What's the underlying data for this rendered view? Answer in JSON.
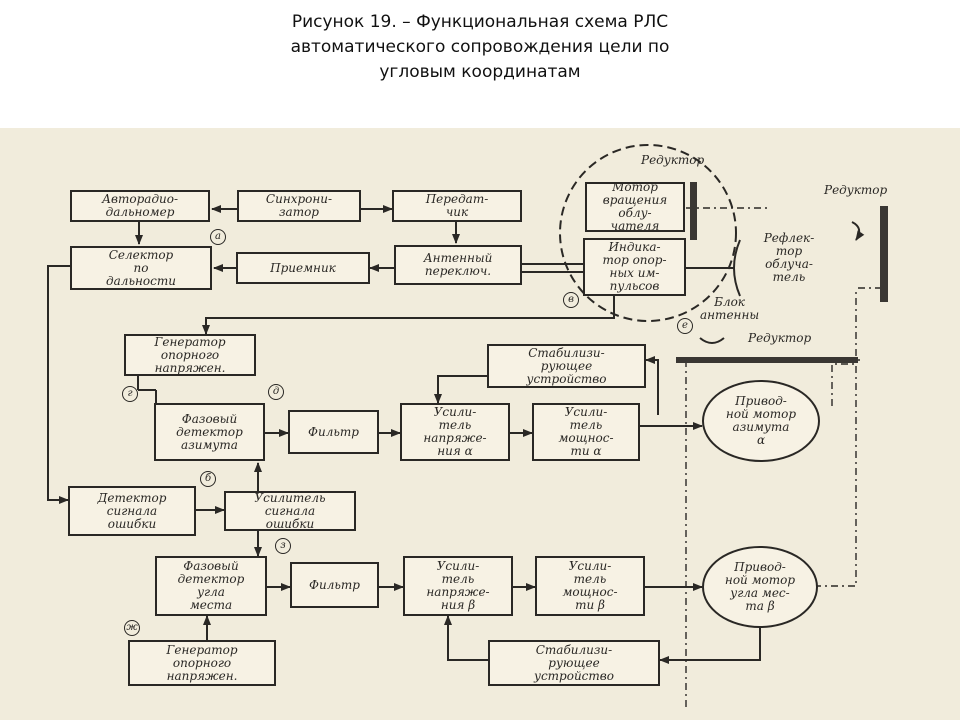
{
  "title": [
    "Рисунок 19.   – Функциональная схема РЛС",
    "автоматического сопровождения цели по",
    "угловым координатам"
  ],
  "blocks": {
    "autorange": "Авторадио-\nдальномер",
    "sync": "Синхрони-\nзатор",
    "transmitter": "Передат-\nчик",
    "motor_rotation": "Мотор\nвращения облу-\nчателя",
    "range_selector": "Селектор\nпо\nдальности",
    "receiver": "Приемник",
    "antenna_switch": "Антенный\nпереключ.",
    "ref_indicator": "Индика-\nтор опор-\nных им-\nпульсов",
    "reflector_feed": "Рефлек-\nтор\nоблуча-\nтель",
    "ref_gen_top": "Генератор\nопорного\nнапряжен.",
    "stab_top": "Стабилизи-\nрующее\nустройство",
    "phase_az": "Фазовый\nдетектор\nазимута",
    "filter_top": "Фильтр",
    "volt_amp_a": "Усили-\nтель\nнапряже-\nния α",
    "power_amp_a": "Усили-\nтель\nмощнос-\nти α",
    "drive_az": "Привод-\nной мотор\nазимута\nα",
    "error_det": "Детектор\nсигнала\nошибки",
    "error_amp": "Усилитель\nсигнала\nошибки",
    "phase_el": "Фазовый\nдетектор\nугла\nместа",
    "filter_bot": "Фильтр",
    "volt_amp_b": "Усили-\nтель\nнапряже-\nния β",
    "power_amp_b": "Усили-\nтель\nмощнос-\nти β",
    "drive_el": "Привод-\nной мотор\nугла мес-\nта β",
    "stab_bot": "Стабилизи-\nрующее\nустройство",
    "ref_gen_bot": "Генератор\nопорного\nнапряжен."
  },
  "labels": {
    "reducer_1": "Редуктор",
    "reducer_2": "Редуктор",
    "reducer_3": "Редуктор",
    "antenna_unit": "Блок\nантенны"
  },
  "markers": {
    "a": "а",
    "v": "в",
    "e": "е",
    "g": "г",
    "d": "д",
    "b": "б",
    "z": "з",
    "zh": "ж"
  },
  "colors": {
    "ink": "#2a2825",
    "paper": "#f1ecdc"
  }
}
